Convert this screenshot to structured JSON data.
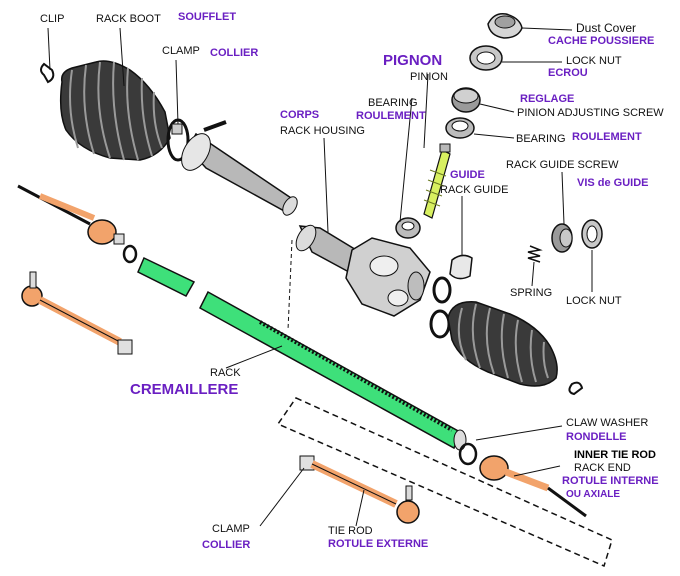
{
  "colors": {
    "french_label": "#6a1fc2",
    "english_label": "#111111",
    "boot_dark": "#3a3a3a",
    "metal": "#b8b8b8",
    "orange_part": "#f2a36b",
    "green_part": "#3ee07a",
    "yellow_part": "#d8f060"
  },
  "labels": {
    "clip": "CLIP",
    "rack_boot": "RACK BOOT",
    "soufflet": "SOUFFLET",
    "clamp_top": "CLAMP",
    "collier_top": "COLLIER",
    "pignon": "PIGNON",
    "pinion": "PINION",
    "bearing_top": "BEARING",
    "roulement_top": "ROULEMENT",
    "corps": "CORPS",
    "rack_housing": "RACK HOUSING",
    "dust_cover": "Dust Cover",
    "cache_poussiere": "CACHE POUSSIERE",
    "lock_nut_top": "LOCK NUT",
    "ecrou": "ECROU",
    "reglage": "REGLAGE",
    "pinion_adjusting_screw": "PINION ADJUSTING SCREW",
    "bearing_right": "BEARING",
    "roulement_right": "ROULEMENT",
    "guide_fr": "GUIDE",
    "rack_guide": "RACK GUIDE",
    "rack_guide_screw": "RACK GUIDE SCREW",
    "vis_de_guide": "VIS de GUIDE",
    "spring": "SPRING",
    "lock_nut_bottom": "LOCK NUT",
    "rack": "RACK",
    "cremaillere": "CREMAILLERE",
    "claw_washer": "CLAW WASHER",
    "rondelle": "RONDELLE",
    "inner_tie_rod": "INNER TIE ROD",
    "rack_end": "RACK END",
    "rotule_interne": "ROTULE INTERNE",
    "ou_axiale": "OU AXIALE",
    "clamp_bottom": "CLAMP",
    "collier_bottom": "COLLIER",
    "tie_rod": "TIE ROD",
    "rotule_externe": "ROTULE EXTERNE"
  }
}
